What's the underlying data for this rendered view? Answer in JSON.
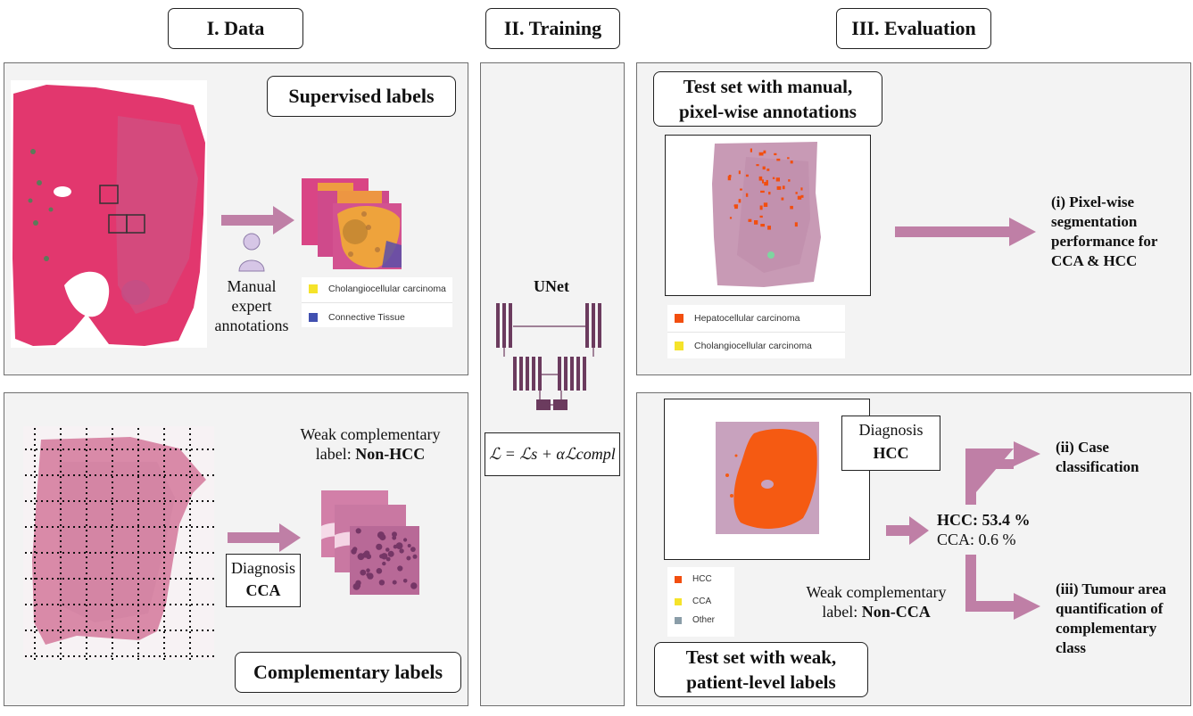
{
  "headers": {
    "data": "I. Data",
    "training": "II. Training",
    "evaluation": "III. Evaluation"
  },
  "data_panel": {
    "supervised_title": "Supervised labels",
    "manual_annotations": [
      "Manual",
      "expert",
      "annotations"
    ],
    "legend": [
      {
        "label": "Cholangiocellular carcinoma",
        "color": "#f5e32a"
      },
      {
        "label": "Connective Tissue",
        "color": "#4150b0"
      }
    ],
    "weak_label_prefix": "Weak complementary",
    "weak_label_text": "label: ",
    "weak_label_class": "Non-HCC",
    "diagnosis_label": "Diagnosis",
    "diagnosis_value": "CCA",
    "complementary_title": "Complementary labels"
  },
  "training_panel": {
    "model_name": "UNet",
    "loss_formula": "ℒ = ℒs + αℒcompl"
  },
  "evaluation_panel": {
    "test_set_manual": [
      "Test set with manual,",
      "pixel-wise annotations"
    ],
    "legend_top": [
      {
        "label": "Hepatocellular carcinoma",
        "color": "#f24e0f"
      },
      {
        "label": "Cholangiocellular carcinoma",
        "color": "#f5e32a"
      }
    ],
    "result_i": [
      "(i) Pixel-wise",
      "segmentation",
      "performance for",
      "CCA & HCC"
    ],
    "diagnosis_label": "Diagnosis",
    "diagnosis_value": "HCC",
    "hcc_line": "HCC: 53.4 %",
    "cca_line": "CCA: 0.6 %",
    "result_ii": [
      "(ii) Case",
      "classification"
    ],
    "result_iii": [
      "(iii) Tumour area",
      "quantification of",
      "complementary",
      "class"
    ],
    "weak_label_prefix": "Weak complementary",
    "weak_label_text": "label: ",
    "weak_label_class": "Non-CCA",
    "legend_bottom": [
      {
        "label": "HCC",
        "color": "#f24e0f"
      },
      {
        "label": "CCA",
        "color": "#f5e32a"
      },
      {
        "label": "Other",
        "color": "#8a9da8"
      }
    ],
    "test_set_weak": [
      "Test set with weak,",
      "patient-level labels"
    ]
  },
  "colors": {
    "arrow": "#bf7fa6",
    "unet": "#6b3b5e",
    "tissue_pink": "#e2376e",
    "tissue_light": "#c85b8a",
    "tissue_pale": "#c89ab5",
    "hcc_orange": "#f55a12"
  }
}
